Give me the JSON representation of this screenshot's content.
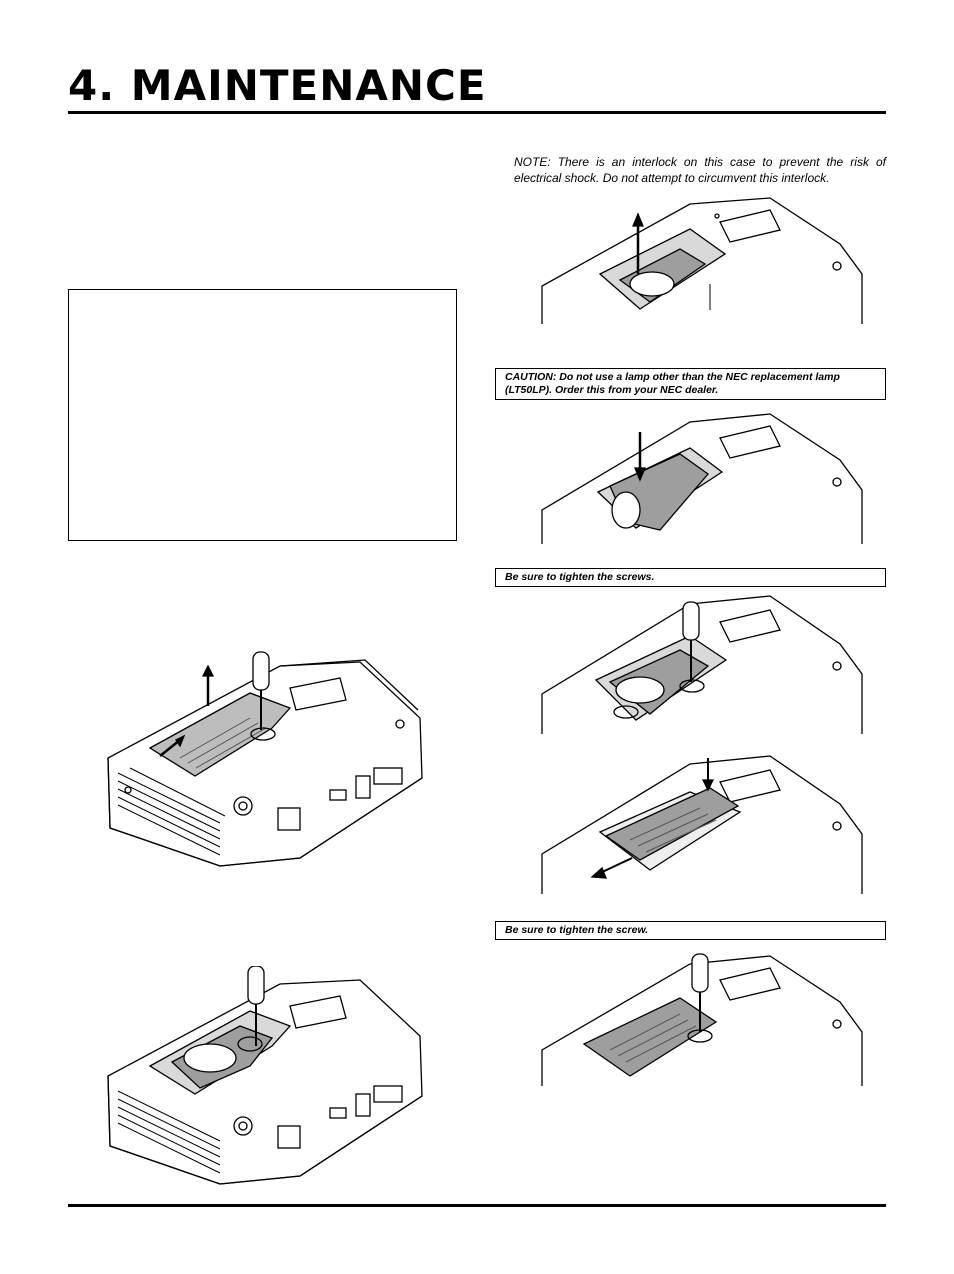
{
  "page": {
    "title": "4. MAINTENANCE",
    "note": "NOTE: There is an interlock on this case to prevent the risk of electrical shock. Do not attempt to circumvent this interlock.",
    "caution_box": "CAUTION: Do not use a lamp other than the NEC replacement lamp (LT50LP). Order this from your NEC dealer.",
    "tighten_screws_box": "Be sure to tighten the screws.",
    "tighten_screw_box": "Be sure to tighten the screw."
  },
  "figures": [
    {
      "id": "remove-lamp-cover",
      "depicts": "projector underside, screwdriver loosening screw, lamp cover sliding off"
    },
    {
      "id": "remove-lamp-housing-screws",
      "depicts": "projector underside, screwdriver loosening lamp housing screws"
    },
    {
      "id": "pull-lamp-housing",
      "depicts": "lamp housing lifted out, interlock switch indicated"
    },
    {
      "id": "insert-new-lamp",
      "depicts": "new lamp housing pushed into place"
    },
    {
      "id": "tighten-housing-screws",
      "depicts": "screwdriver tightening lamp housing screws"
    },
    {
      "id": "slide-cover-back",
      "depicts": "lamp cover slid back on"
    },
    {
      "id": "tighten-cover-screw",
      "depicts": "screwdriver tightening lamp cover screw"
    }
  ]
}
